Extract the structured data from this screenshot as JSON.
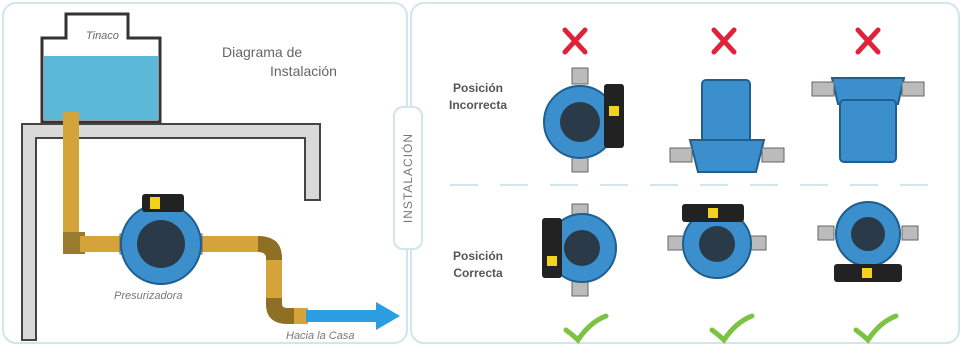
{
  "diagram": {
    "title_line1": "Diagrama de",
    "title_line2": "Instalación",
    "tank_label": "Tinaco",
    "pump_label": "Presurizadora",
    "house_label": "Hacia la Casa"
  },
  "side_tab": {
    "label": "INSTALACIÓN"
  },
  "positions": {
    "incorrect_label": "Posición Incorrecta",
    "correct_label": "Posición Correcta",
    "incorrect_mark": "x-mark-icon",
    "correct_mark": "check-mark-icon"
  },
  "colors": {
    "water": "#5bb8d8",
    "pipe": "#d4a43a",
    "pump_body": "#3b8fcd",
    "arrow": "#2a9ee0",
    "x_mark": "#e0213a",
    "check_mark": "#7cc243",
    "frame": "#cfe6ec"
  }
}
